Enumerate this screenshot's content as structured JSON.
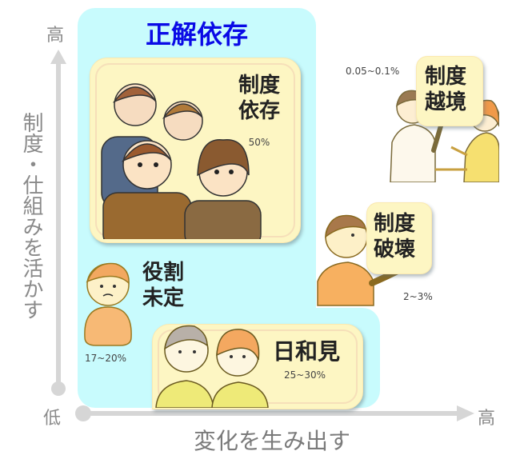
{
  "title": "正解依存",
  "colors": {
    "title": "#0a0ae6",
    "region": "#c8fbfd",
    "card": "#fdf6c3",
    "axis": "#d6d6d6",
    "axis_text": "#8a8a8a"
  },
  "axes": {
    "y_label": "制度・仕組みを活かす",
    "y_high": "高",
    "x_label": "変化を生み出す",
    "x_high": "高",
    "origin_low": "低"
  },
  "groups": [
    {
      "id": "seido-izon",
      "label_line1": "制度",
      "label_line2": "依存",
      "percent": "50%"
    },
    {
      "id": "yakuwari-mitei",
      "label_line1": "役割",
      "label_line2": "未定",
      "percent": "17~20%"
    },
    {
      "id": "hiyorimi",
      "label_line1": "日和見",
      "label_line2": "",
      "percent": "25~30%"
    },
    {
      "id": "seido-hakai",
      "label_line1": "制度",
      "label_line2": "破壊",
      "percent": "2~3%"
    },
    {
      "id": "seido-ekkyo",
      "label_line1": "制度",
      "label_line2": "越境",
      "percent": "0.05~0.1%"
    }
  ]
}
